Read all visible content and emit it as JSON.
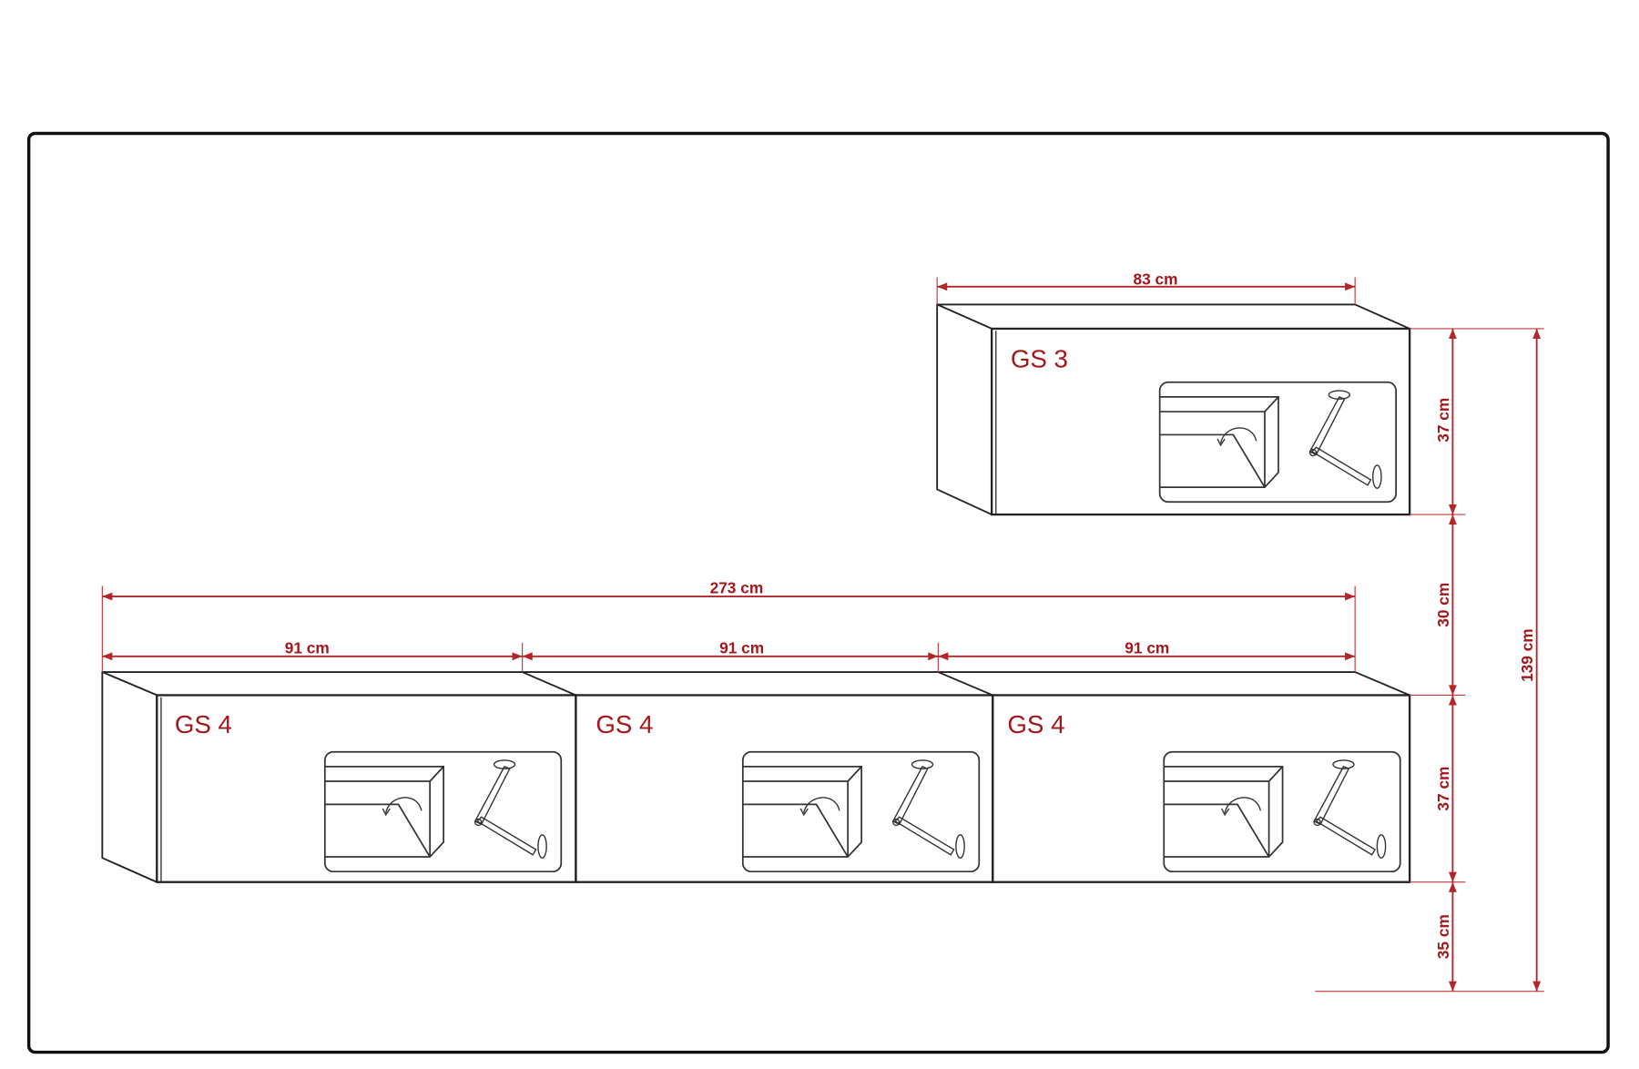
{
  "modules": {
    "top": {
      "label": "GS 3"
    },
    "bottom": [
      {
        "label": "GS 4"
      },
      {
        "label": "GS 4"
      },
      {
        "label": "GS 4"
      }
    ]
  },
  "dimensions": {
    "top_width": "83 cm",
    "total_width": "273 cm",
    "module_widths": [
      "91 cm",
      "91 cm",
      "91 cm"
    ],
    "top_height": "37 cm",
    "gap": "30 cm",
    "bottom_height": "37 cm",
    "floor_clearance": "35 cm",
    "total_height": "139 cm"
  },
  "colors": {
    "dimension": "#b3272b",
    "label": "#a3171b",
    "outline": "#222222"
  }
}
